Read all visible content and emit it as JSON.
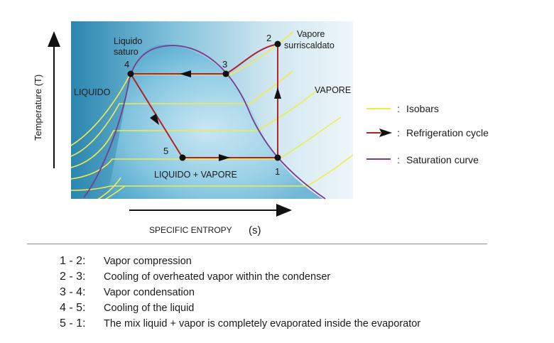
{
  "diagram": {
    "y_axis_label": "Temperature (T)",
    "x_axis_label": "SPECIFIC ENTROPY",
    "x_axis_symbol": "(s)",
    "region_liquid": "LIQUIDO",
    "region_vapor": "VAPORE",
    "region_mix": "LIQUIDO + VAPORE",
    "liquid_saturated_line1": "Liquido",
    "liquid_saturated_line2": "saturo",
    "vapor_superheated_line1": "Vapore",
    "vapor_superheated_line2": "surriscaldato",
    "points": [
      "1",
      "2",
      "3",
      "4",
      "5"
    ],
    "colors": {
      "isobar": "#f2ea4a",
      "cycle": "#b22222",
      "saturation": "#7b3b8f",
      "background_dark": "#2a86b0",
      "background_light": "#eef6fa"
    }
  },
  "legend": {
    "isobars": "Isobars",
    "refrigeration_cycle": "Refrigeration cycle",
    "saturation_curve": "Saturation curve",
    "separator": ":"
  },
  "steps": [
    {
      "id": "1 - 2:",
      "desc": "Vapor compression"
    },
    {
      "id": "2 - 3:",
      "desc": "Cooling of overheated vapor within the condenser"
    },
    {
      "id": "3 - 4:",
      "desc": "Vapor condensation"
    },
    {
      "id": "4 - 5:",
      "desc": "Cooling of the liquid"
    },
    {
      "id": "5 - 1:",
      "desc": "The mix liquid + vapor is completely evaporated inside the evaporator"
    }
  ]
}
